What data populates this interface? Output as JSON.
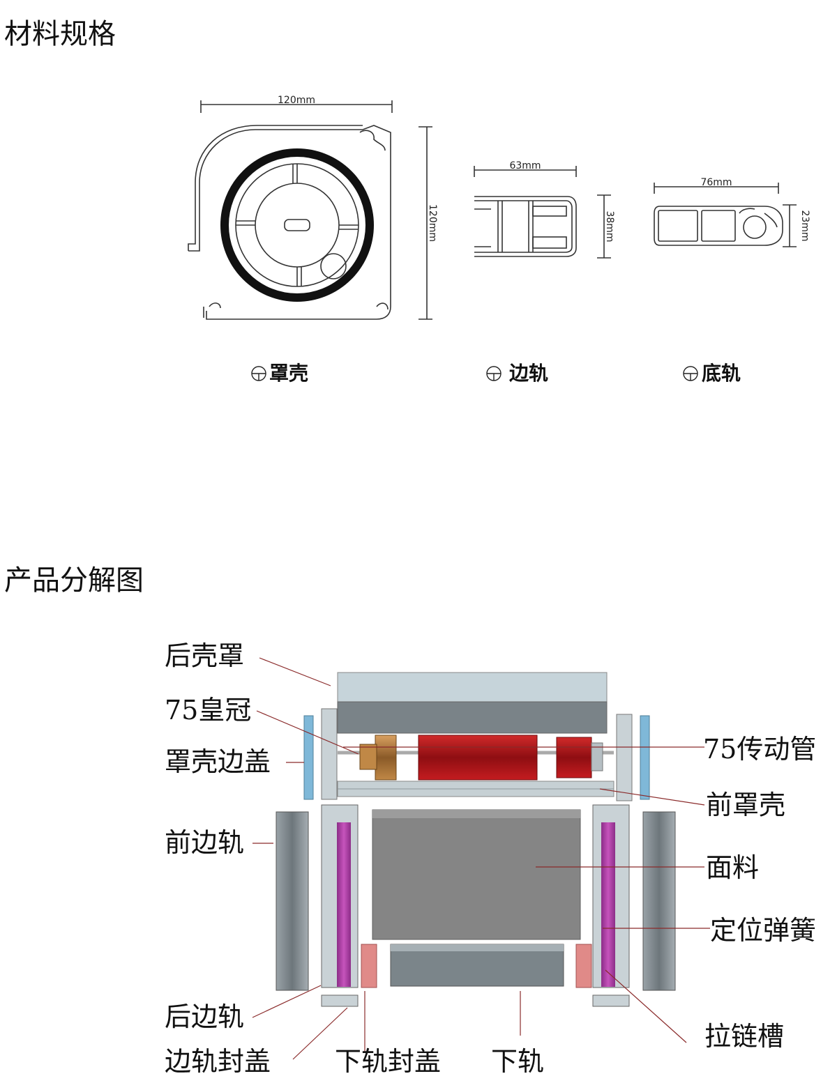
{
  "sections": {
    "spec_title": "材料规格",
    "exploded_title": "产品分解图"
  },
  "profiles": [
    {
      "caption": "罩壳",
      "width_label": "120mm",
      "height_label": "120mm"
    },
    {
      "caption": "边轨",
      "width_label": "63mm",
      "height_label": "38mm"
    },
    {
      "caption": "底轨",
      "width_label": "76mm",
      "height_label": "23mm"
    }
  ],
  "callouts": {
    "rear_cover": "后壳罩",
    "crown": "75皇冠",
    "end_cap": "罩壳边盖",
    "front_side_rail": "前边轨",
    "rear_side_rail": "后边轨",
    "side_rail_cap": "边轨封盖",
    "bottom_rail_cap": "下轨封盖",
    "bottom_rail": "下轨",
    "drive_tube": "75传动管",
    "front_cover": "前罩壳",
    "fabric": "面料",
    "spring": "定位弹簧",
    "zip_groove": "拉链槽"
  },
  "colors": {
    "outline": "#333333",
    "steel": "#7d868c",
    "light_steel": "#c3d1d8",
    "dark_red": "#9e1418",
    "bronze": "#b07a3a",
    "fabric_gray": "#868686",
    "magenta": "#b23fa8",
    "pink": "#e08a88",
    "blue": "#7fb8d8",
    "leader": "#8a2a2a"
  }
}
